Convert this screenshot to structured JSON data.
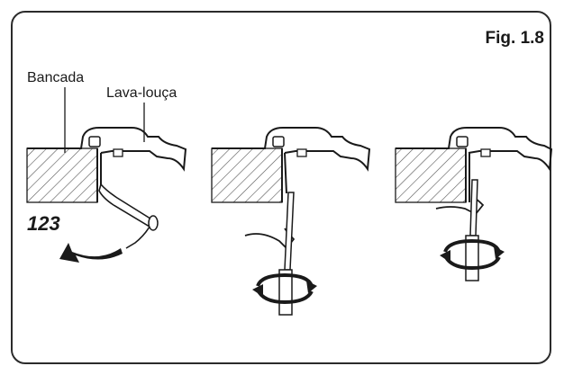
{
  "figure": {
    "title": "Fig. 1.8",
    "labels": {
      "countertop": "Bancada",
      "sink": "Lava-louça"
    },
    "step_number": "123"
  },
  "panels": [
    {
      "name": "panel-1",
      "clip_state": "being-rotated-into-place"
    },
    {
      "name": "panel-2",
      "clip_state": "screwdriver-tightening"
    },
    {
      "name": "panel-3",
      "clip_state": "clip-tightened"
    }
  ],
  "colors": {
    "line": "#1a1a1a",
    "frame": "#2b2b2b",
    "background": "#ffffff"
  },
  "icons": [
    "rotate-arrow-icon",
    "screwdriver-rotation-icon"
  ]
}
